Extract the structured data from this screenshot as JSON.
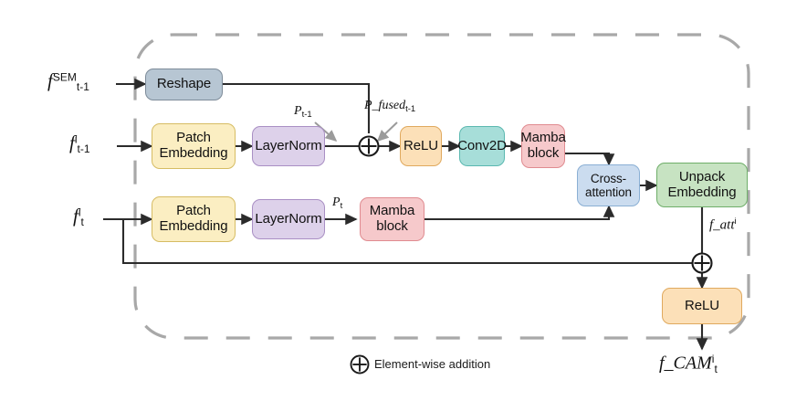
{
  "diagram": {
    "title": "Mamba cross-attention CAM module block diagram",
    "colors": {
      "reshape_fill": "#b7c6d3",
      "reshape_stroke": "#7d8b99",
      "patch_fill": "#fbeec2",
      "patch_stroke": "#d6bc63",
      "layernorm_fill": "#ddd1ea",
      "layernorm_stroke": "#a98fc4",
      "relu_fill": "#fce0b8",
      "relu_stroke": "#e0a95e",
      "conv_fill": "#a7ded9",
      "conv_stroke": "#5bb8b0",
      "mamba_fill": "#f6c9cb",
      "mamba_stroke": "#e08b90",
      "cross_fill": "#cbdcef",
      "cross_stroke": "#8aafd4",
      "unpack_fill": "#c7e3c2",
      "unpack_stroke": "#6fae6a",
      "line": "#2b2b2b",
      "annotation_arrow": "#9b9b9b",
      "dashed_border": "#a8a8a8"
    },
    "blocks": {
      "reshape": "Reshape",
      "patch_embedding_top": "Patch\nEmbedding",
      "layernorm_top": "LayerNorm",
      "relu_mid": "ReLU",
      "conv2d": "Conv2D",
      "mamba_top": "Mamba\nblock",
      "patch_embedding_bottom": "Patch\nEmbedding",
      "layernorm_bottom": "LayerNorm",
      "mamba_bottom": "Mamba\nblock",
      "cross_attention": "Cross-\nattention",
      "unpack_embedding": "Unpack\nEmbedding",
      "relu_out": "ReLU"
    },
    "inputs": {
      "sem": {
        "base": "f",
        "sup": "SEM",
        "sub": "t-1"
      },
      "feat_prev": {
        "base": "f",
        "sup": "i",
        "sub": "t-1"
      },
      "feat_cur": {
        "base": "f",
        "sup": "i",
        "sub": "t"
      }
    },
    "signals": {
      "p_prev": {
        "base": "P",
        "sub": "t-1"
      },
      "p_fused_prev": {
        "base": "P_fused",
        "sub": "t-1"
      },
      "p_cur": {
        "base": "P",
        "sub": "t"
      },
      "f_att": {
        "base": "f_att",
        "sup": "i"
      }
    },
    "output": {
      "base": "f_CAM",
      "sup": "i",
      "sub": "t"
    },
    "legend": {
      "symbol": "⊕",
      "label": "Element-wise addition"
    }
  }
}
